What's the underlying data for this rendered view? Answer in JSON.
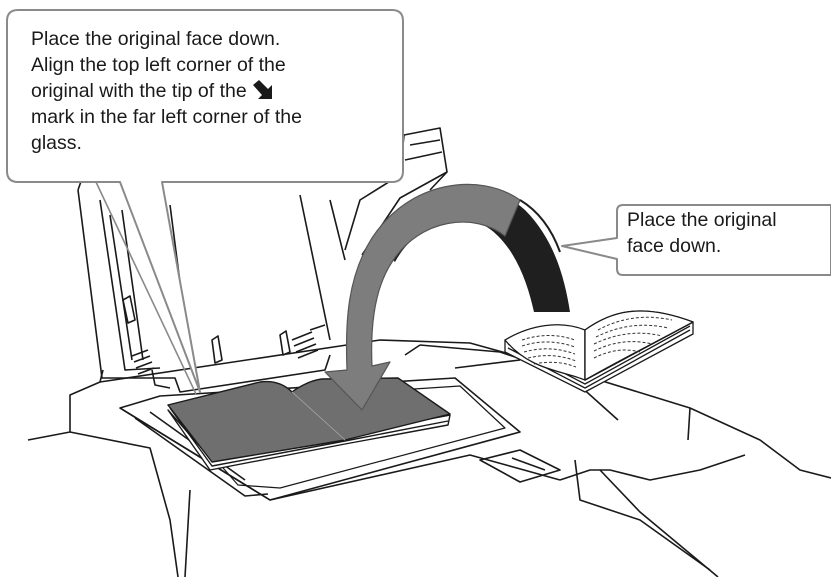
{
  "callouts": {
    "main": {
      "lines": [
        "Place the original face down.",
        "Align the top left corner of the",
        "original with the tip of the",
        "mark in the far left corner of the",
        "glass."
      ],
      "icon": "alignment-arrow-mark-icon"
    },
    "side": {
      "lines": [
        "Place the original",
        "face down."
      ]
    }
  },
  "icons": {
    "flip_arrow": "curved-flip-arrow-icon",
    "book": "open-book-icon",
    "alignment_mark": "alignment-arrow-mark-icon"
  },
  "colors": {
    "line": "#1a1a1a",
    "callout_border": "#8a8a8a",
    "arrow_fill": "#7d7d7d",
    "arrow_shadow": "#555555",
    "document_fill": "#6f6f6f",
    "document_edge": "#9a9a9a",
    "background": "#ffffff"
  }
}
